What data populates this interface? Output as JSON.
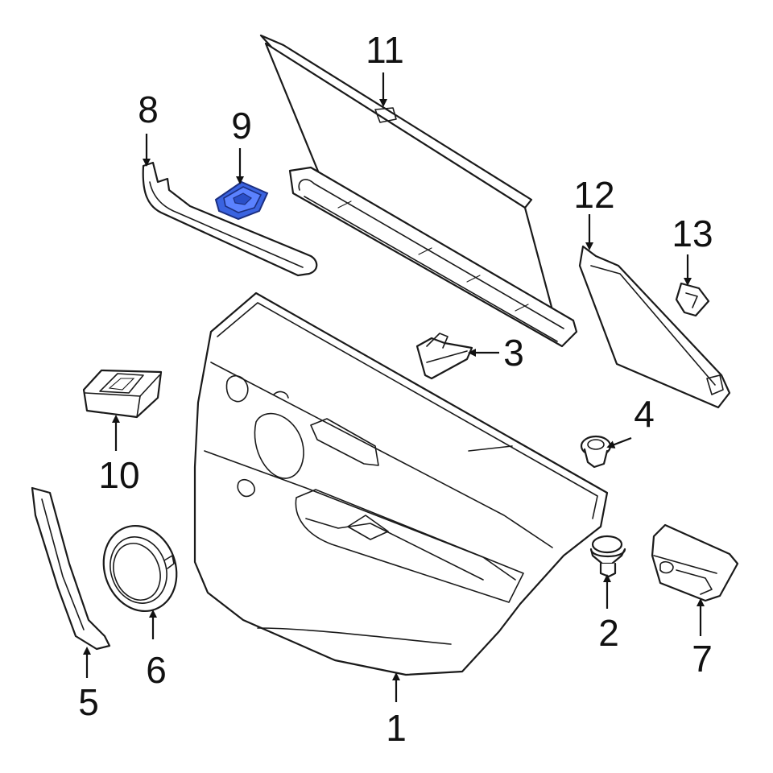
{
  "highlight_color": "#2a4fc8",
  "highlight_fill": "#3a63e0",
  "line_color": "#1a1a1a",
  "callouts": [
    {
      "id": "1",
      "label": "1",
      "part": "door-trim-panel"
    },
    {
      "id": "2",
      "label": "2",
      "part": "trim-panel-clip"
    },
    {
      "id": "3",
      "label": "3",
      "part": "mounting-bracket"
    },
    {
      "id": "4",
      "label": "4",
      "part": "round-grommet"
    },
    {
      "id": "5",
      "label": "5",
      "part": "pillar-trim-strip"
    },
    {
      "id": "6",
      "label": "6",
      "part": "speaker-cover"
    },
    {
      "id": "7",
      "label": "7",
      "part": "door-pull-handle-cover"
    },
    {
      "id": "8",
      "label": "8",
      "part": "armrest-trim-strip"
    },
    {
      "id": "9",
      "label": "9",
      "part": "highlighted-switch-cap",
      "highlighted": true
    },
    {
      "id": "10",
      "label": "10",
      "part": "window-switch"
    },
    {
      "id": "11",
      "label": "11",
      "part": "sunshade-roller-blind"
    },
    {
      "id": "12",
      "label": "12",
      "part": "upper-trim-cover"
    },
    {
      "id": "13",
      "label": "13",
      "part": "small-clip-cover"
    }
  ]
}
